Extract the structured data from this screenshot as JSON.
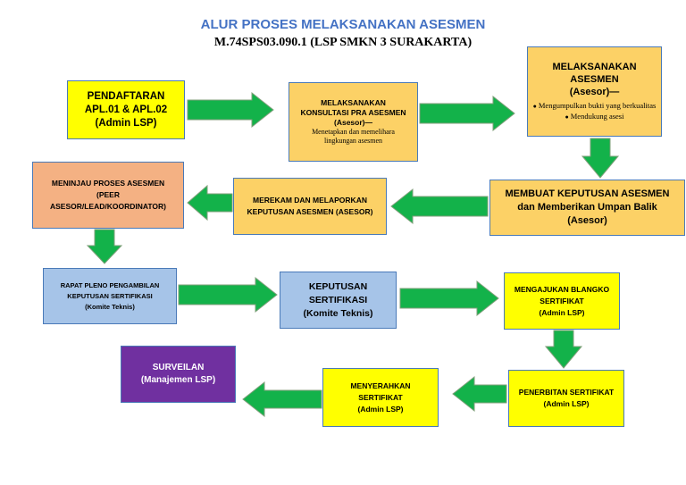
{
  "title": "ALUR PROSES MELAKSANAKAN ASESMEN",
  "subtitle": "M.74SPS03.090.1 (LSP SMKN 3 SURAKARTA)",
  "boxes": {
    "pendaftaran": {
      "l1": "PENDAFTARAN",
      "l2": "APL.01 & APL.02",
      "l3": "(Admin LSP)"
    },
    "konsultasi": {
      "l1": "MELAKSANAKAN",
      "l2": "KONSULTASI PRA ASESMEN",
      "l3": "(Asesor)—",
      "note": "Menetapkan dan memelihara lingkungan asesmen"
    },
    "melaksanakan": {
      "l1": "MELAKSANAKAN",
      "l2": "ASESMEN",
      "l3": "(Asesor)—",
      "b1": "Mengumpulkan bukti yang berkualitas",
      "b2": "Mendukung asesi"
    },
    "keputusan_asesmen": {
      "l1": "MEMBUAT KEPUTUSAN ASESMEN",
      "l2": "dan Memberikan Umpan Balik",
      "l3": "(Asesor)"
    },
    "merekam": {
      "l1": "MEREKAM DAN MELAPORKAN",
      "l2": "KEPUTUSAN ASESMEN (ASESOR)"
    },
    "meninjau": {
      "l1": "MENINJAU PROSES ASESMEN",
      "l2": "(PEER",
      "l3": "ASESOR/LEAD/KOORDINATOR)"
    },
    "rapat": {
      "l1": "RAPAT PLENO PENGAMBILAN",
      "l2": "KEPUTUSAN SERTIFIKASI",
      "l3": "(Komite Teknis)"
    },
    "keputusan_sertifikasi": {
      "l1": "KEPUTUSAN",
      "l2": "SERTIFIKASI",
      "l3": "(Komite Teknis)"
    },
    "blangko": {
      "l1": "MENGAJUKAN BLANGKO",
      "l2": "SERTIFIKAT",
      "l3": "(Admin LSP)"
    },
    "penerbitan": {
      "l1": "PENERBITAN SERTIFIKAT",
      "l2": "(Admin LSP)"
    },
    "menyerahkan": {
      "l1": "MENYERAHKAN",
      "l2": "SERTIFIKAT",
      "l3": "(Admin LSP)"
    },
    "surveilan": {
      "l1": "SURVEILAN",
      "l2": "(Manajemen LSP)"
    }
  },
  "colors": {
    "yellow": "#ffff00",
    "gold": "#fcd166",
    "salmon": "#f4b183",
    "blue": "#a6c4e8",
    "purple": "#7030a0",
    "arrow": "#13b24a",
    "title": "#4472c4"
  }
}
